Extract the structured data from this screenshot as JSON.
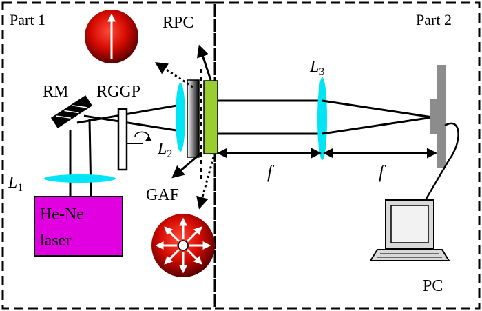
{
  "parts": {
    "part1": "Part 1",
    "part2": "Part 2"
  },
  "components": {
    "rpc": "RPC",
    "rm": "RM",
    "rggp": "RGGP",
    "gaf": "GAF",
    "pc": "PC",
    "laser_line1": "He-Ne",
    "laser_line2": "laser"
  },
  "lenses": {
    "l1": {
      "letter": "L",
      "sub": "1"
    },
    "l2": {
      "letter": "L",
      "sub": "2"
    },
    "l3": {
      "letter": "L",
      "sub": "3"
    }
  },
  "focal_left": "f",
  "focal_right": "f",
  "colors": {
    "laser": "#e000e0",
    "lens": "#00e5f5",
    "rpc_plate": "#9acd32",
    "beam_red": "#cc0000",
    "ccd": "#8c8c8c"
  }
}
